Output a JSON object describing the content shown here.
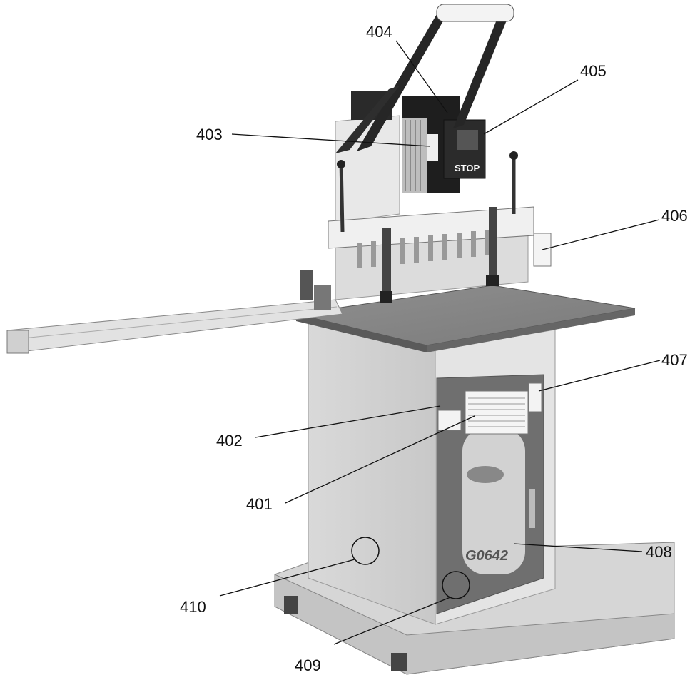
{
  "machine": {
    "stop_label": "STOP",
    "model_label": "G0642"
  },
  "callouts": [
    {
      "id": "401",
      "label": "401"
    },
    {
      "id": "402",
      "label": "402"
    },
    {
      "id": "403",
      "label": "403"
    },
    {
      "id": "404",
      "label": "404"
    },
    {
      "id": "405",
      "label": "405"
    },
    {
      "id": "406",
      "label": "406"
    },
    {
      "id": "407",
      "label": "407"
    },
    {
      "id": "408",
      "label": "408"
    },
    {
      "id": "409",
      "label": "409"
    },
    {
      "id": "410",
      "label": "410"
    }
  ]
}
